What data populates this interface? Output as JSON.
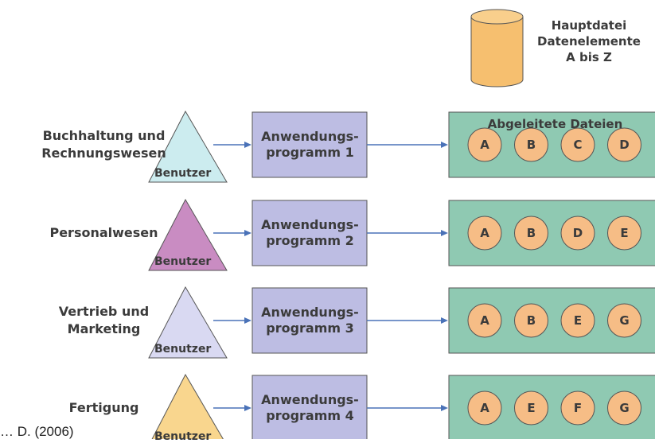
{
  "master_file": {
    "lines": [
      "Hauptdatei",
      "Datenelemente",
      "A bis Z"
    ],
    "color": "#f6bf6f"
  },
  "derived_files_title": "Abgeleitete Dateien",
  "user_label": "Benutzer",
  "rows": [
    {
      "department": [
        "Buchhaltung und",
        "Rechnungswesen"
      ],
      "program": [
        "Anwendungs-",
        "programm 1"
      ],
      "circles": [
        "A",
        "B",
        "C",
        "D"
      ],
      "triangle_color": "#ccecef"
    },
    {
      "department": [
        "Personalwesen"
      ],
      "program": [
        "Anwendungs-",
        "programm 2"
      ],
      "circles": [
        "A",
        "B",
        "D",
        "E"
      ],
      "triangle_color": "#c98cc2"
    },
    {
      "department": [
        "Vertrieb und",
        "Marketing"
      ],
      "program": [
        "Anwendungs-",
        "programm 3"
      ],
      "circles": [
        "A",
        "B",
        "E",
        "G"
      ],
      "triangle_color": "#d9d9f2"
    },
    {
      "department": [
        "Fertigung"
      ],
      "program": [
        "Anwendungs-",
        "programm 4"
      ],
      "circles": [
        "A",
        "E",
        "F",
        "G"
      ],
      "triangle_color": "#f9d68e"
    }
  ],
  "citation": "… D. (2006)",
  "colors": {
    "program_box": "#bdbde3",
    "file_box": "#8fc9b2",
    "circle": "#f6bd86",
    "arrow": "#4a72b8",
    "outline": "#555555"
  }
}
